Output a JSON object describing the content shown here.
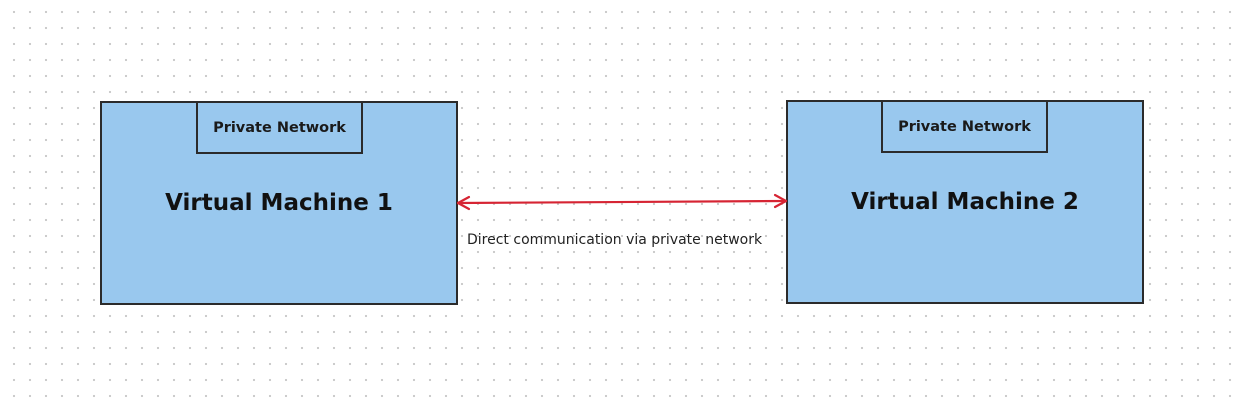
{
  "diagram": {
    "nodes": [
      {
        "id": "vm1",
        "label": "Virtual Machine 1",
        "tab_label": "Private Network"
      },
      {
        "id": "vm2",
        "label": "Virtual Machine 2",
        "tab_label": "Private Network"
      }
    ],
    "edge": {
      "from": "vm1",
      "to": "vm2",
      "direction": "bidirectional",
      "label": "Direct communication via private network"
    },
    "colors": {
      "node_fill": "#99c8ee",
      "node_border": "#2b2b2b",
      "edge": "#d62433",
      "canvas_dots": "#c9c9c9"
    }
  }
}
